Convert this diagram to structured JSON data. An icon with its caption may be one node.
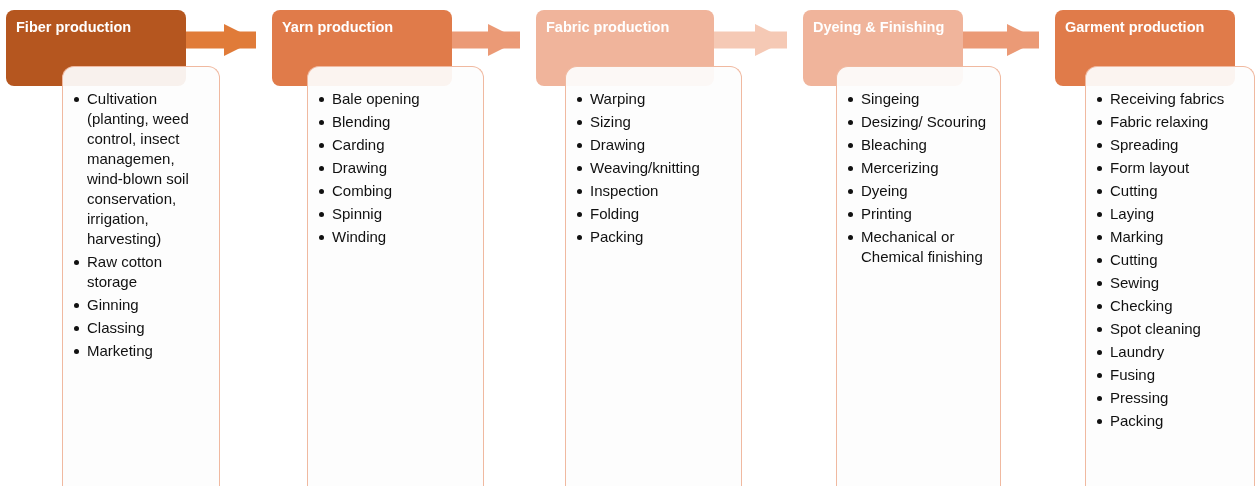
{
  "diagram": {
    "nodes": [
      {
        "text": [
          "Fiber production"
        ]
      },
      {
        "text": [
          "Cultivation (planting, weed control, insect managemen, wind-blown soil conservation, irrigation, harvesting)",
          "Raw cotton storage",
          "Ginning",
          "Classing",
          "Marketing"
        ]
      },
      {
        "text": [
          "Yarn production"
        ]
      },
      {
        "text": [
          "Bale opening",
          "Blending",
          "Carding",
          "Drawing",
          "Combing",
          "Spinnig",
          "Winding"
        ]
      },
      {
        "text": [
          "Fabric production"
        ]
      },
      {
        "text": [
          "Warping",
          "Sizing",
          "Drawing",
          "Weaving/knitting",
          "Inspection",
          "Folding",
          "Packing"
        ]
      },
      {
        "text": [
          "Dyeing & Finishing"
        ]
      },
      {
        "text": [
          "Singeing",
          "Desizing/ Scouring",
          "Bleaching",
          "Mercerizing",
          "Dyeing",
          "Printing",
          "Mechanical or Chemical finishing"
        ]
      },
      {
        "text": [
          "Garment production"
        ]
      },
      {
        "text": [
          "Receiving fabrics",
          "Fabric relaxing",
          "Spreading",
          "Form layout",
          "Cutting",
          "Laying",
          "Marking",
          "Cutting",
          "Sewing",
          "Checking",
          "Spot cleaning",
          "Laundry",
          "Fusing",
          "Pressing",
          "Packing"
        ]
      }
    ],
    "edges": [
      {
        "from": 0,
        "to": 2,
        "arrow": "to",
        "color": "#e07b39"
      },
      {
        "from": 2,
        "to": 4,
        "arrow": "to",
        "color": "#eb9a76"
      },
      {
        "from": 4,
        "to": 6,
        "arrow": "to",
        "color": "#f5c9b5"
      },
      {
        "from": 6,
        "to": 8,
        "arrow": "to",
        "color": "#eb9a76"
      }
    ]
  }
}
